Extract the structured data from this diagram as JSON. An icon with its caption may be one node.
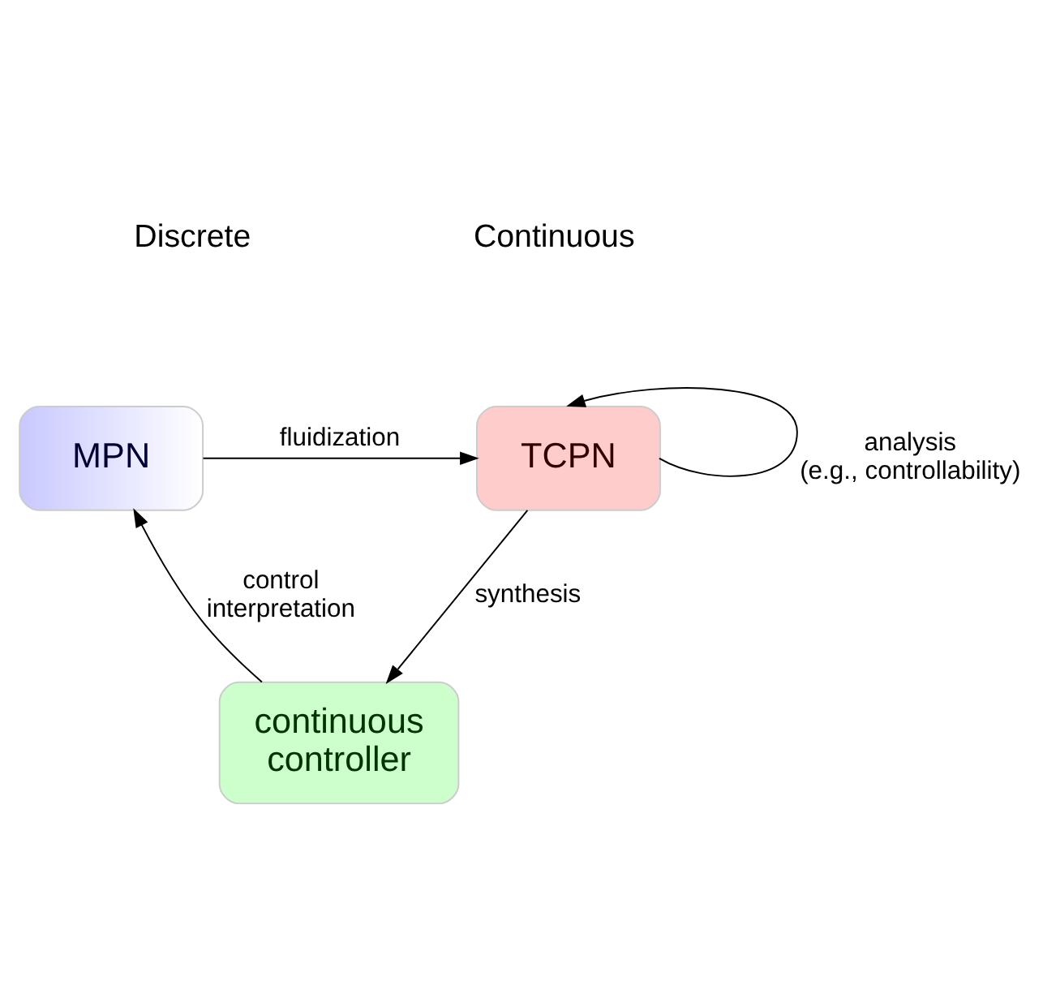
{
  "diagram": {
    "nodes": [
      {
        "text": [
          "MPN"
        ]
      },
      {
        "text": [
          "TCPN"
        ]
      },
      {
        "text": [
          "continuous controller"
        ]
      }
    ],
    "edges": [
      {
        "from": 0,
        "to": 1,
        "arrow": "to",
        "label": "fluidization"
      },
      {
        "from": 1,
        "to": 1,
        "arrow": "to",
        "label": "analysis (e.g., controllability)"
      },
      {
        "from": 1,
        "to": 2,
        "arrow": "to",
        "label": "synthesis"
      },
      {
        "from": 2,
        "to": 0,
        "arrow": "to",
        "label": "control interpretation"
      }
    ],
    "labels": [
      "Discrete",
      "Continuous"
    ]
  }
}
